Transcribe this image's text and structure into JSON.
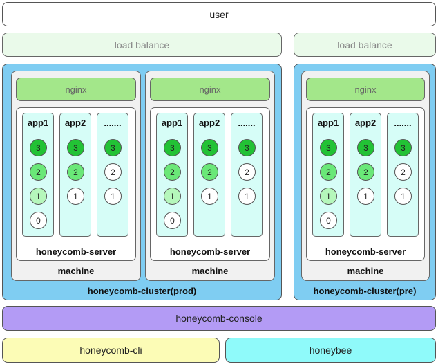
{
  "user": "user",
  "load_balance": [
    "load balance",
    "load balance"
  ],
  "console": "honeycomb-console",
  "cli": "honeycomb-cli",
  "honeybee": "honeybee",
  "clusters": [
    {
      "label": "honeycomb-cluster(prod)",
      "machines": [
        {
          "label": "machine",
          "nginx": "nginx",
          "server": "honeycomb-server",
          "apps": [
            {
              "label": "app1",
              "versions": [
                {
                  "v": "3",
                  "state": "c3"
                },
                {
                  "v": "2",
                  "state": "c2"
                },
                {
                  "v": "1",
                  "state": "c1"
                },
                {
                  "v": "0",
                  "state": "c0"
                }
              ]
            },
            {
              "label": "app2",
              "versions": [
                {
                  "v": "3",
                  "state": "c3"
                },
                {
                  "v": "2",
                  "state": "c2"
                },
                {
                  "v": "1",
                  "state": "cw"
                }
              ]
            },
            {
              "label": ".......",
              "versions": [
                {
                  "v": "3",
                  "state": "c3"
                },
                {
                  "v": "2",
                  "state": "cw"
                },
                {
                  "v": "1",
                  "state": "cw"
                }
              ]
            }
          ]
        },
        {
          "label": "machine",
          "nginx": "nginx",
          "server": "honeycomb-server",
          "apps": [
            {
              "label": "app1",
              "versions": [
                {
                  "v": "3",
                  "state": "c3"
                },
                {
                  "v": "2",
                  "state": "c2"
                },
                {
                  "v": "1",
                  "state": "c1"
                },
                {
                  "v": "0",
                  "state": "c0"
                }
              ]
            },
            {
              "label": "app2",
              "versions": [
                {
                  "v": "3",
                  "state": "c3"
                },
                {
                  "v": "2",
                  "state": "c2"
                },
                {
                  "v": "1",
                  "state": "cw"
                }
              ]
            },
            {
              "label": ".......",
              "versions": [
                {
                  "v": "3",
                  "state": "c3"
                },
                {
                  "v": "2",
                  "state": "cw"
                },
                {
                  "v": "1",
                  "state": "cw"
                }
              ]
            }
          ]
        }
      ]
    },
    {
      "label": "honeycomb-cluster(pre)",
      "machines": [
        {
          "label": "machine",
          "nginx": "nginx",
          "server": "honeycomb-server",
          "apps": [
            {
              "label": "app1",
              "versions": [
                {
                  "v": "3",
                  "state": "c3"
                },
                {
                  "v": "2",
                  "state": "c2"
                },
                {
                  "v": "1",
                  "state": "c1"
                },
                {
                  "v": "0",
                  "state": "c0"
                }
              ]
            },
            {
              "label": "app2",
              "versions": [
                {
                  "v": "3",
                  "state": "c3"
                },
                {
                  "v": "2",
                  "state": "c2"
                },
                {
                  "v": "1",
                  "state": "cw"
                }
              ]
            },
            {
              "label": ".......",
              "versions": [
                {
                  "v": "3",
                  "state": "c3"
                },
                {
                  "v": "2",
                  "state": "cw"
                },
                {
                  "v": "1",
                  "state": "cw"
                }
              ]
            }
          ]
        }
      ]
    }
  ],
  "colors": {
    "cluster": "#7fcdf2",
    "machine": "#f1f1f1",
    "nginx": "#a3e78a",
    "app": "#d6fdf7",
    "load_balance": "#eafaea",
    "console": "#b39bf5",
    "cli": "#fcfcb6",
    "honeybee": "#8ffafa"
  }
}
